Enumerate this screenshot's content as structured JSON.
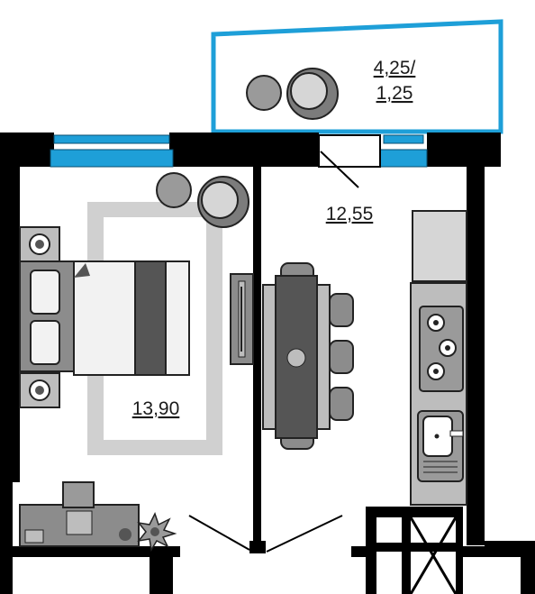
{
  "rooms": [
    {
      "id": "bedroom",
      "area": "13,90"
    },
    {
      "id": "kitchen-living",
      "area": "12,55"
    },
    {
      "id": "balcony",
      "area_line1": "4,25/",
      "area_line2": "1,25"
    }
  ],
  "colors": {
    "wall": "#000000",
    "window": "#1e9fd8",
    "balcony_frame": "#1e9fd8",
    "furniture_dark": "#555555",
    "furniture_mid": "#8c8c8c",
    "furniture_light": "#bdbdbd",
    "rug": "#d0d0d0"
  },
  "icons": [
    "armchair-icon",
    "side-table-icon",
    "bed-icon",
    "nightstand-icon",
    "rug-icon",
    "dining-table-icon",
    "chair-icon",
    "stove-icon",
    "sink-icon",
    "fridge-icon",
    "desk-icon",
    "plant-icon",
    "door-icon",
    "radiator-icon"
  ]
}
